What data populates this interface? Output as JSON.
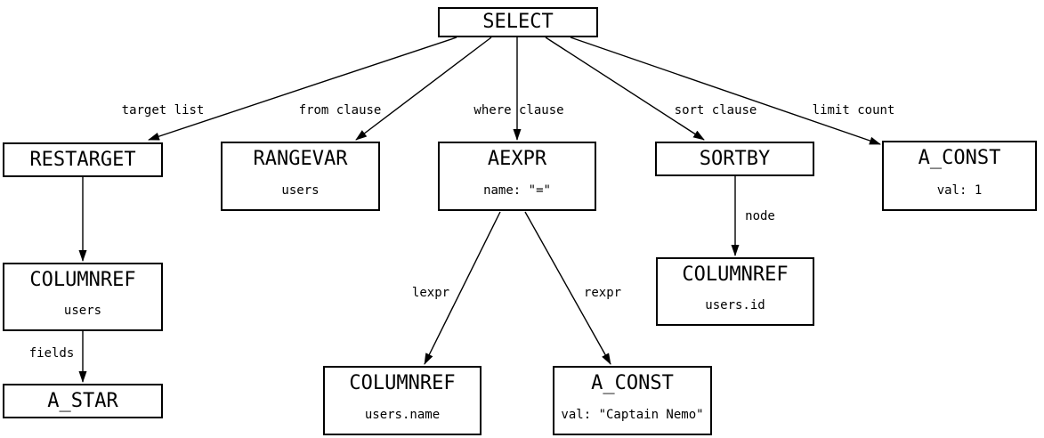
{
  "colors": {
    "background": "#ffffff",
    "node_border": "#000000",
    "node_fill": "#ffffff",
    "line": "#000000",
    "text": "#000000"
  },
  "diagram": {
    "kind": "sql-parse-tree",
    "nodes": [
      {
        "id": "select",
        "title": "SELECT"
      },
      {
        "id": "restarget",
        "title": "RESTARGET"
      },
      {
        "id": "rangevar",
        "title": "RANGEVAR",
        "value": "users"
      },
      {
        "id": "aexpr",
        "title": "AEXPR",
        "value": "name: \"=\""
      },
      {
        "id": "sortby",
        "title": "SORTBY"
      },
      {
        "id": "a-const-limit",
        "title": "A_CONST",
        "value": "val: 1"
      },
      {
        "id": "columnref-users",
        "title": "COLUMNREF",
        "value": "users"
      },
      {
        "id": "a-star",
        "title": "A_STAR"
      },
      {
        "id": "columnref-users-id",
        "title": "COLUMNREF",
        "value": "users.id"
      },
      {
        "id": "columnref-users-name",
        "title": "COLUMNREF",
        "value": "users.name"
      },
      {
        "id": "a-const-nemo",
        "title": "A_CONST",
        "value": "val: \"Captain Nemo\""
      }
    ],
    "edges": [
      {
        "from": "select",
        "to": "restarget",
        "label": "target list"
      },
      {
        "from": "select",
        "to": "rangevar",
        "label": "from clause"
      },
      {
        "from": "select",
        "to": "aexpr",
        "label": "where clause"
      },
      {
        "from": "select",
        "to": "sortby",
        "label": "sort clause"
      },
      {
        "from": "select",
        "to": "a-const-limit",
        "label": "limit count"
      },
      {
        "from": "restarget",
        "to": "columnref-users",
        "label": ""
      },
      {
        "from": "columnref-users",
        "to": "a-star",
        "label": "fields"
      },
      {
        "from": "aexpr",
        "to": "columnref-users-name",
        "label": "lexpr"
      },
      {
        "from": "aexpr",
        "to": "a-const-nemo",
        "label": "rexpr"
      },
      {
        "from": "sortby",
        "to": "columnref-users-id",
        "label": "node"
      }
    ]
  }
}
